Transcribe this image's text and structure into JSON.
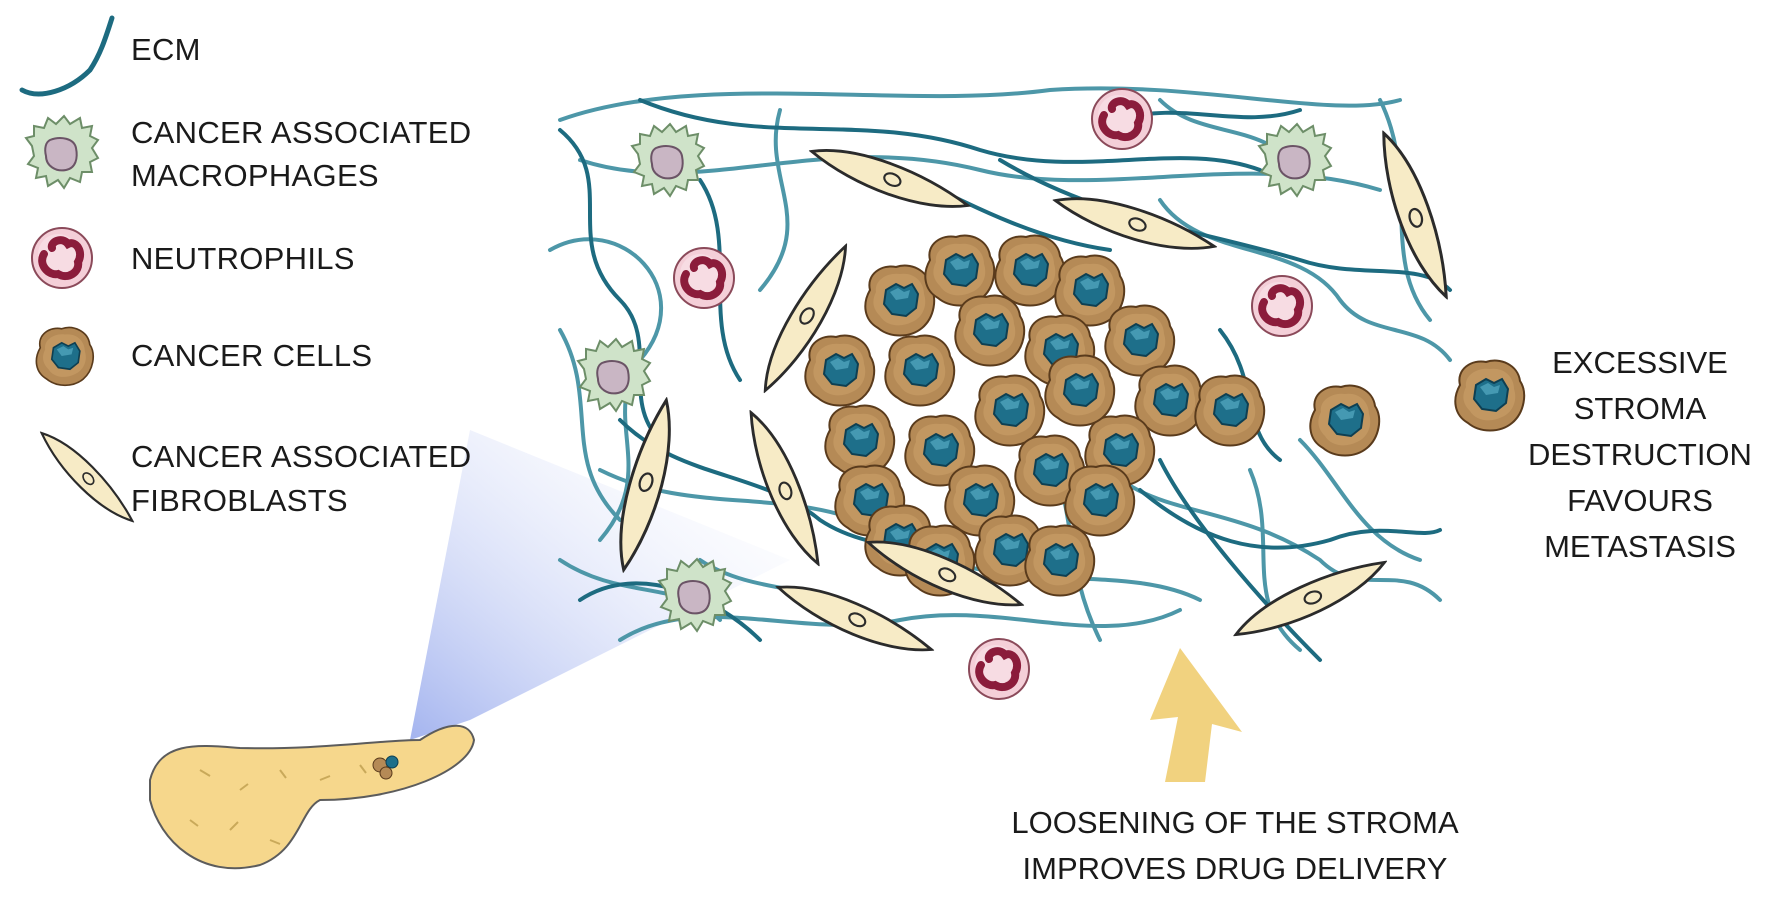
{
  "legend": {
    "ecm": "ECM",
    "macrophages": {
      "line1": "CANCER ASSOCIATED",
      "line2": "MACROPHAGES"
    },
    "neutrophils": "NEUTROPHILS",
    "cancer_cells": "CANCER CELLS",
    "fibroblasts": {
      "line1": "CANCER ASSOCIATED",
      "line2": "FIBROBLASTS"
    }
  },
  "annotations": {
    "metastasis": [
      "EXCESSIVE",
      "STROMA",
      "DESTRUCTION",
      "FAVOURS",
      "METASTASIS"
    ],
    "drug_delivery": [
      "LOOSENING OF THE STROMA",
      "IMPROVES DRUG DELIVERY"
    ]
  },
  "colors": {
    "ecm_dark": "#1d6b80",
    "ecm_light": "#4d97a8",
    "macrophage_body": "#cfe3c9",
    "macrophage_nucleus": "#c9b6c4",
    "neutrophil_body": "#f4cfd8",
    "neutrophil_nucleus": "#8b1c3b",
    "cancer_cell_body": "#b58a56",
    "cancer_cell_nucleus": "#1e6f8a",
    "fibroblast_body": "#f7ebc6",
    "pancreas": "#f6d78c",
    "arrow": "#f1d27f",
    "zoom_cone": "#b9c4f0"
  }
}
